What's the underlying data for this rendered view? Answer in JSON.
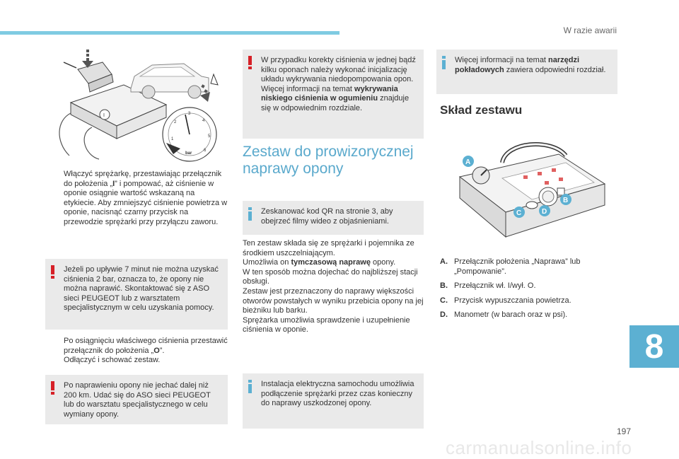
{
  "header": {
    "section_title": "W razie awarii"
  },
  "chapter": {
    "number": "8"
  },
  "page": {
    "number": "197"
  },
  "footer": {
    "watermark": "carmanualsonline.info"
  },
  "figure_left": {
    "gauge_unit": "bar",
    "gauge_ticks": [
      "1",
      "2",
      "3",
      "4",
      "5",
      "6"
    ],
    "switch_label": "I"
  },
  "col1": {
    "bullet1": {
      "flag": "",
      "pre": "Włączyć sprężarkę, przestawiając przełącznik do położenia „",
      "bold": "I",
      "post": "” i pompować, aż ciśnienie w oponie osiągnie wartość wskazaną na etykiecie. Aby zmniejszyć ciśnienie powietrza w oponie, nacisnąć czarny przycisk na przewodzie sprężarki przy przyłączu zaworu."
    },
    "warning1": "Jeżeli po upływie 7 minut nie można uzyskać ciśnienia 2 bar, oznacza to, że opony nie można naprawić. Skontaktować się z ASO sieci PEUGEOT lub z warsztatem specjalistycznym w celu uzyskania pomocy.",
    "bullet2": {
      "flag": "",
      "pre": "Po osiągnięciu właściwego ciśnienia przestawić przełącznik do położenia „",
      "bold": "O",
      "post": "”."
    },
    "bullet3": {
      "flag": "",
      "text": "Odłączyć i schować zestaw."
    },
    "warning2": "Po naprawieniu opony nie jechać dalej niż 200 km. Udać się do ASO sieci PEUGEOT lub do warsztatu specjalistycznego w celu wymiany opony."
  },
  "col2": {
    "warning": {
      "t1": "W przypadku korekty ciśnienia w jednej bądź kilku oponach należy wykonać inicjalizację układu wykrywania niedopompowania opon.",
      "t2": "Więcej informacji na temat ",
      "bold": "wykrywania niskiego ciśnienia w ogumieniu",
      "t3": " znajduje się w odpowiednim rozdziale."
    },
    "heading": "Zestaw do prowizorycznej naprawy opony",
    "info_qr": "Zeskanować kod QR na stronie 3, aby obejrzeć filmy wideo z objaśnieniami.",
    "body": {
      "p1": "Ten zestaw składa się ze sprężarki i pojemnika ze środkiem uszczelniającym.",
      "p2_pre": "Umożliwia on ",
      "p2_bold": "tymczasową naprawę",
      "p2_post": " opony.",
      "p3": "W ten sposób można dojechać do najbliższej stacji obsługi.",
      "p4": "Zestaw jest przeznaczony do naprawy większości otworów powstałych w wyniku przebicia opony na jej bieżniku lub barku.",
      "p5": "Sprężarka umożliwia sprawdzenie i uzupełnienie ciśnienia w oponie."
    },
    "info_power": "Instalacja elektryczna samochodu umożliwia podłączenie sprężarki przez czas konieczny do naprawy uszkodzonej opony."
  },
  "col3": {
    "info": {
      "pre": "Więcej informacji na temat ",
      "bold": "narzędzi pokładowych",
      "post": " zawiera odpowiedni rozdział."
    },
    "heading": "Skład zestawu",
    "figure_letters": [
      "A",
      "B",
      "C",
      "D"
    ],
    "legend": [
      {
        "letter": "A.",
        "text": "Przełącznik położenia „Naprawa” lub „Pompowanie”."
      },
      {
        "letter": "B.",
        "text": "Przełącznik wł. I/wył. O."
      },
      {
        "letter": "C.",
        "text": "Przycisk wypuszczania powietrza."
      },
      {
        "letter": "D.",
        "text": "Manometr (w barach oraz w psi)."
      }
    ]
  },
  "colors": {
    "accent_blue": "#5cb0d2",
    "warning_red": "#d62027",
    "box_grey": "#eaeaea"
  }
}
